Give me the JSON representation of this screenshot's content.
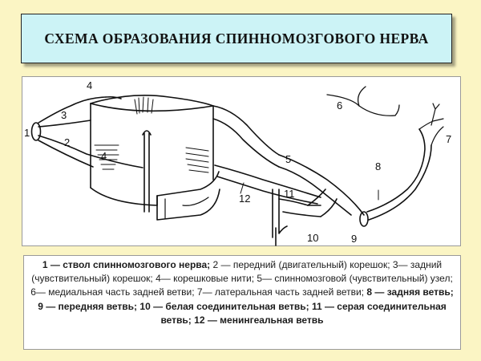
{
  "title": "СХЕМА ОБРАЗОВАНИЯ СПИННОМОЗГОВОГО НЕРВА",
  "diagram": {
    "labels": {
      "l1": "1",
      "l2": "2",
      "l3": "3",
      "l4a": "4",
      "l4b": "4",
      "l5": "5",
      "l6": "6",
      "l7": "7",
      "l8": "8",
      "l9": "9",
      "l10": "10",
      "l11": "11",
      "l12": "12"
    }
  },
  "legend": {
    "i1_num": "1 — ",
    "i1_text": "ствол спинномозгового нерва;",
    "i2": " 2 — передний (двигательный) корешок;",
    "i3": " 3— задний (чувствительный) корешок;",
    "i4": " 4— корешковые нити;",
    "i5": " 5— спинномозговой (чувствительный) узел;",
    "i6": " 6— медиальная часть задней ветви;",
    "i7": " 7— латеральная часть задней ветви;",
    "i8": " 8 — задняя ветвь;",
    "i9": " 9 — передняя ветвь;",
    "i10": " 10 — белая соединительная ветвь;",
    "i11": " 11 — серая соединительная ветвь;",
    "i12": " 12 — менингеальная ветвь"
  }
}
